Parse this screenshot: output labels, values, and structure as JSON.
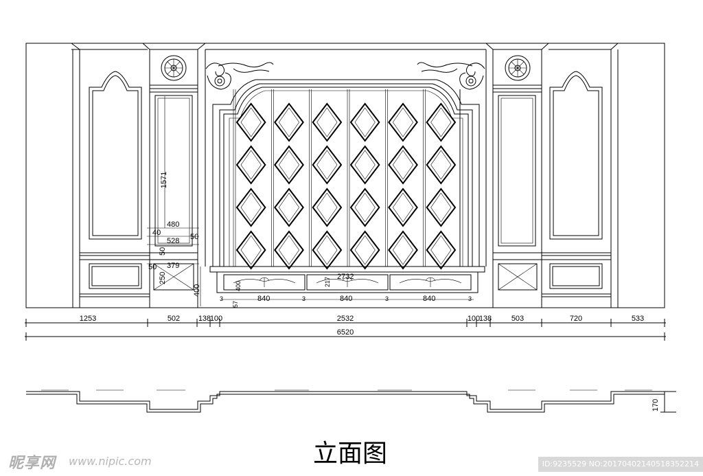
{
  "title": "立面图",
  "watermark": {
    "site": "昵享网",
    "url": "www.nipic.com",
    "id_line": "ID:9235529 NO:20170402140518352214"
  },
  "dimensions": {
    "bottom_row": [
      "1253",
      "502",
      "138",
      "100",
      "2532",
      "100",
      "138",
      "503",
      "720",
      "533"
    ],
    "total": "6520",
    "left_pillar": [
      "1571",
      "480",
      "40",
      "528",
      "50",
      "50",
      "50",
      "379",
      "250",
      "400"
    ],
    "center_bench": [
      "2732",
      "217",
      "400",
      "57",
      "840",
      "840",
      "840",
      "3",
      "3",
      "3",
      "3"
    ],
    "plan_height": "170"
  },
  "colors": {
    "line": "#000000",
    "background": "#ffffff",
    "watermark": "#9a9a9a"
  }
}
